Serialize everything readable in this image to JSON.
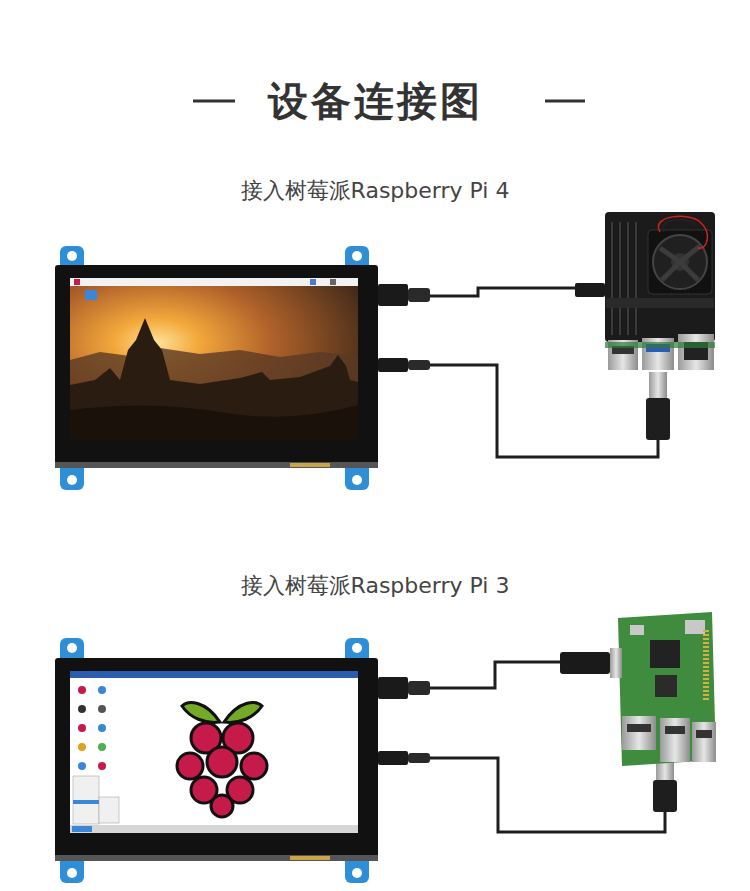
{
  "diagram": {
    "title": "设备连接图",
    "labels": [
      "接入树莓派Raspberry Pi 4",
      "接入树莓派Raspberry Pi 3"
    ]
  }
}
